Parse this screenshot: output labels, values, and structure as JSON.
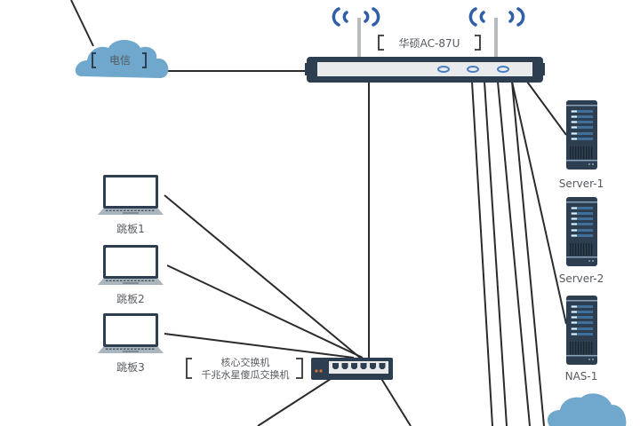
{
  "diagram": {
    "type": "network-topology",
    "colors": {
      "line": "#2b2b2b",
      "cloud": "#6fa8cc",
      "device_dark": "#2c3e50",
      "wifi": "#2f5fa8",
      "port_accent": "#4a7dc0",
      "label": "#555a60"
    },
    "nodes": {
      "telecom_cloud": {
        "label": "电信",
        "icon": "cloud-icon"
      },
      "router": {
        "label": "华硕AC-87U",
        "icon": "router-icon"
      },
      "core_switch": {
        "label_line1": "核心交换机",
        "label_line2": "千兆水星傻瓜交换机",
        "icon": "switch-icon"
      },
      "servers": [
        {
          "label": "Server-1",
          "icon": "server-icon"
        },
        {
          "label": "Server-2",
          "icon": "server-icon"
        },
        {
          "label": "NAS-1",
          "icon": "server-icon"
        }
      ],
      "laptops": [
        {
          "label": "跳板1",
          "icon": "laptop-icon"
        },
        {
          "label": "跳板2",
          "icon": "laptop-icon"
        },
        {
          "label": "跳板3",
          "icon": "laptop-icon"
        }
      ],
      "bottom_cloud": {
        "label": "",
        "icon": "cloud-icon"
      }
    }
  }
}
